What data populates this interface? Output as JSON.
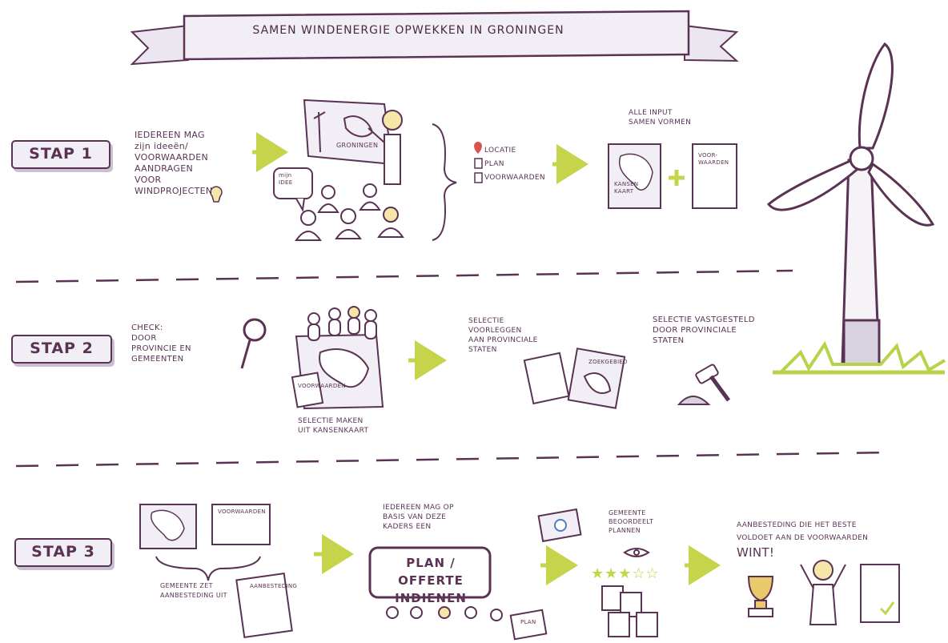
{
  "title": "Samen windenergie opwekken in Groningen",
  "steps": {
    "stap1": {
      "label": "STAP 1",
      "intro": [
        "Iedereen mag",
        "zijn ideeën/",
        "voorwaarden",
        "aandragen",
        "voor",
        "windprojecten"
      ],
      "screen_label": "Groningen",
      "bubble": [
        "mijn",
        "idee"
      ],
      "inputs": [
        "Locatie",
        "Plan",
        "Voorwaarden"
      ],
      "combine": [
        "Alle input",
        "samen vormen"
      ],
      "kansenkaart": [
        "Kansen",
        "kaart"
      ],
      "voorwaarden_doc": [
        "Voor-",
        "waarden"
      ]
    },
    "stap2": {
      "label": "STAP 2",
      "check": [
        "Check:",
        "door",
        "provincie en",
        "gemeenten"
      ],
      "selectie_maken": [
        "Selectie maken",
        "uit kansenkaart"
      ],
      "voorwaarden_doc": "Voorwaarden",
      "voorleggen": [
        "Selectie",
        "voorleggen",
        "aan provinciale",
        "staten"
      ],
      "zoekgebied": "Zoekgebied",
      "vastgesteld": [
        "Selectie vastgesteld",
        "door provinciale",
        "staten"
      ]
    },
    "stap3": {
      "label": "STAP 3",
      "voorwaarden_doc": "Voorwaarden",
      "gemeente_zet": [
        "Gemeente zet",
        "aanbesteding uit"
      ],
      "aanbesteding_doc": "Aanbesteding",
      "iedereen": [
        "Iedereen mag op",
        "basis van deze",
        "kaders een"
      ],
      "plan_box": [
        "Plan / offerte",
        "indienen"
      ],
      "plan_doc": "Plan",
      "beoordeelt": [
        "Gemeente",
        "beoordeelt",
        "plannen"
      ],
      "wint": [
        "Aanbesteding die het beste",
        "voldoet aan de voorwaarden",
        "wint!"
      ]
    }
  },
  "colors": {
    "ink": "#5a3354",
    "accent": "#c5d44a",
    "badge_bg": "#f2eef5",
    "shadow": "#c9c0d3",
    "grass": "#b7d34a",
    "pin": "#d9534f",
    "mail": "#4a7fc1"
  }
}
